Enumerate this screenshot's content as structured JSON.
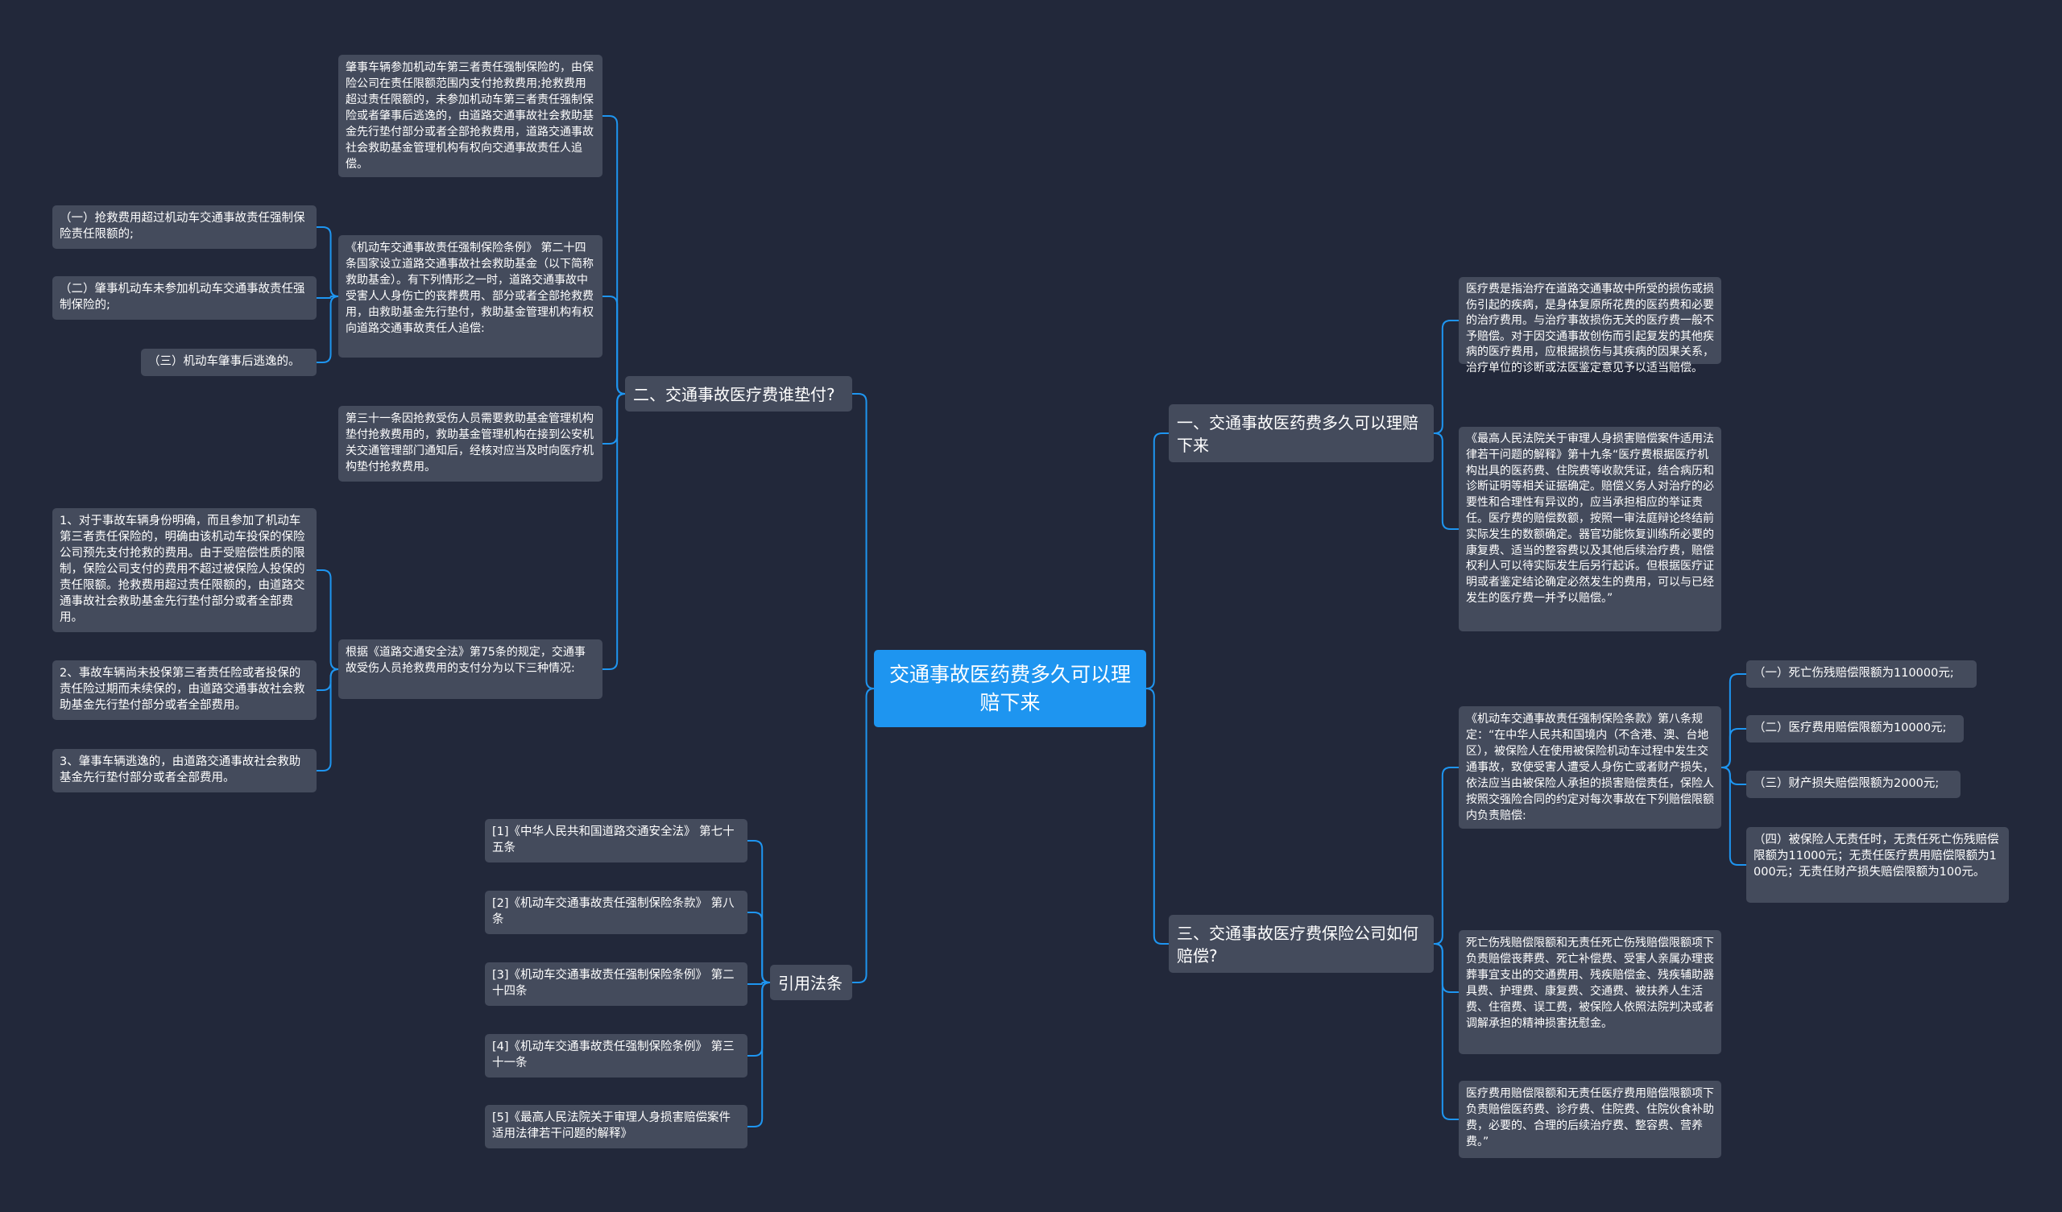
{
  "root": {
    "label": "交通事故医药费多久可以理赔下来"
  },
  "branches": {
    "b1": {
      "label": "一、交通事故医药费多久可以理赔下来"
    },
    "b2": {
      "label": "二、交通事故医疗费谁垫付?"
    },
    "b3": {
      "label": "三、交通事故医疗费保险公司如何赔偿?"
    },
    "b4": {
      "label": "引用法条"
    }
  },
  "nodes": {
    "r1": "医疗费是指治疗在道路交通事故中所受的损伤或损伤引起的疾病，是身体复原所花费的医药费和必要的治疗费用。与治疗事故损伤无关的医疗费一般不予赔偿。对于因交通事故创伤而引起复发的其他疾病的医疗费用，应根据损伤与其疾病的因果关系，治疗单位的诊断或法医鉴定意见予以适当赔偿。",
    "r2": "《最高人民法院关于审理人身损害赔偿案件适用法律若干问题的解释》第十九条“医疗费根据医疗机构出具的医药费、住院费等收款凭证，结合病历和诊断证明等相关证据确定。赔偿义务人对治疗的必要性和合理性有异议的，应当承担相应的举证责任。医疗费的赔偿数额，按照一审法庭辩论终结前实际发生的数额确定。器官功能恢复训练所必要的康复费、适当的整容费以及其他后续治疗费，赔偿权利人可以待实际发生后另行起诉。但根据医疗证明或者鉴定结论确定必然发生的费用，可以与已经发生的医疗费一并予以赔偿。”",
    "r3": "《机动车交通事故责任强制保险条款》第八条规定：“在中华人民共和国境内（不含港、澳、台地区），被保险人在使用被保险机动车过程中发生交通事故，致使受害人遭受人身伤亡或者财产损失，依法应当由被保险人承担的损害赔偿责任，保险人按照交强险合同的约定对每次事故在下列赔偿限额内负责赔偿:",
    "r3a": "（一）死亡伤残赔偿限额为110000元;",
    "r3b": "（二）医疗费用赔偿限额为10000元;",
    "r3c": "（三）财产损失赔偿限额为2000元;",
    "r3d": "（四）被保险人无责任时，无责任死亡伤残赔偿限额为11000元；无责任医疗费用赔偿限额为1000元；无责任财产损失赔偿限额为100元。",
    "r4": "死亡伤残赔偿限额和无责任死亡伤残赔偿限额项下负责赔偿丧葬费、死亡补偿费、受害人亲属办理丧葬事宜支出的交通费用、残疾赔偿金、残疾辅助器具费、护理费、康复费、交通费、被扶养人生活费、住宿费、误工费，被保险人依照法院判决或者调解承担的精神损害抚慰金。",
    "r5": "医疗费用赔偿限额和无责任医疗费用赔偿限额项下负责赔偿医药费、诊疗费、住院费、住院伙食补助费，必要的、合理的后续治疗费、整容费、营养费。”",
    "l1": "肇事车辆参加机动车第三者责任强制保险的，由保险公司在责任限额范围内支付抢救费用;抢救费用超过责任限额的，未参加机动车第三者责任强制保险或者肇事后逃逸的，由道路交通事故社会救助基金先行垫付部分或者全部抢救费用，道路交通事故社会救助基金管理机构有权向交通事故责任人追偿。",
    "l2": "《机动车交通事故责任强制保险条例》 第二十四条国家设立道路交通事故社会救助基金（以下简称救助基金）。有下列情形之一时，道路交通事故中受害人人身伤亡的丧葬费用、部分或者全部抢救费用，由救助基金先行垫付，救助基金管理机构有权向道路交通事故责任人追偿:",
    "l2a": "（一）抢救费用超过机动车交通事故责任强制保险责任限额的;",
    "l2b": "（二）肇事机动车未参加机动车交通事故责任强制保险的;",
    "l2c": "（三）机动车肇事后逃逸的。",
    "l3": "第三十一条因抢救受伤人员需要救助基金管理机构垫付抢救费用的，救助基金管理机构在接到公安机关交通管理部门通知后，经核对应当及时向医疗机构垫付抢救费用。",
    "l4": "根据《道路交通安全法》第75条的规定，交通事故受伤人员抢救费用的支付分为以下三种情况:",
    "l4a": "1、对于事故车辆身份明确，而且参加了机动车第三者责任保险的，明确由该机动车投保的保险公司预先支付抢救的费用。由于受赔偿性质的限制，保险公司支付的费用不超过被保险人投保的责任限额。抢救费用超过责任限额的，由道路交通事故社会救助基金先行垫付部分或者全部费用。",
    "l4b": "2、事故车辆尚未投保第三者责任险或者投保的责任险过期而未续保的，由道路交通事故社会救助基金先行垫付部分或者全部费用。",
    "l4c": "3、肇事车辆逃逸的，由道路交通事故社会救助基金先行垫付部分或者全部费用。",
    "c1": "[1]《中华人民共和国道路交通安全法》 第七十五条",
    "c2": "[2]《机动车交通事故责任强制保险条款》 第八条",
    "c3": "[3]《机动车交通事故责任强制保险条例》 第二十四条",
    "c4": "[4]《机动车交通事故责任强制保险条例》 第三十一条",
    "c5": "[5]《最高人民法院关于审理人身损害赔偿案件适用法律若干问题的解释》"
  },
  "colors": {
    "background": "#22283a",
    "node": "#444b5c",
    "root": "#1e95f0",
    "link": "#1e95f0"
  }
}
